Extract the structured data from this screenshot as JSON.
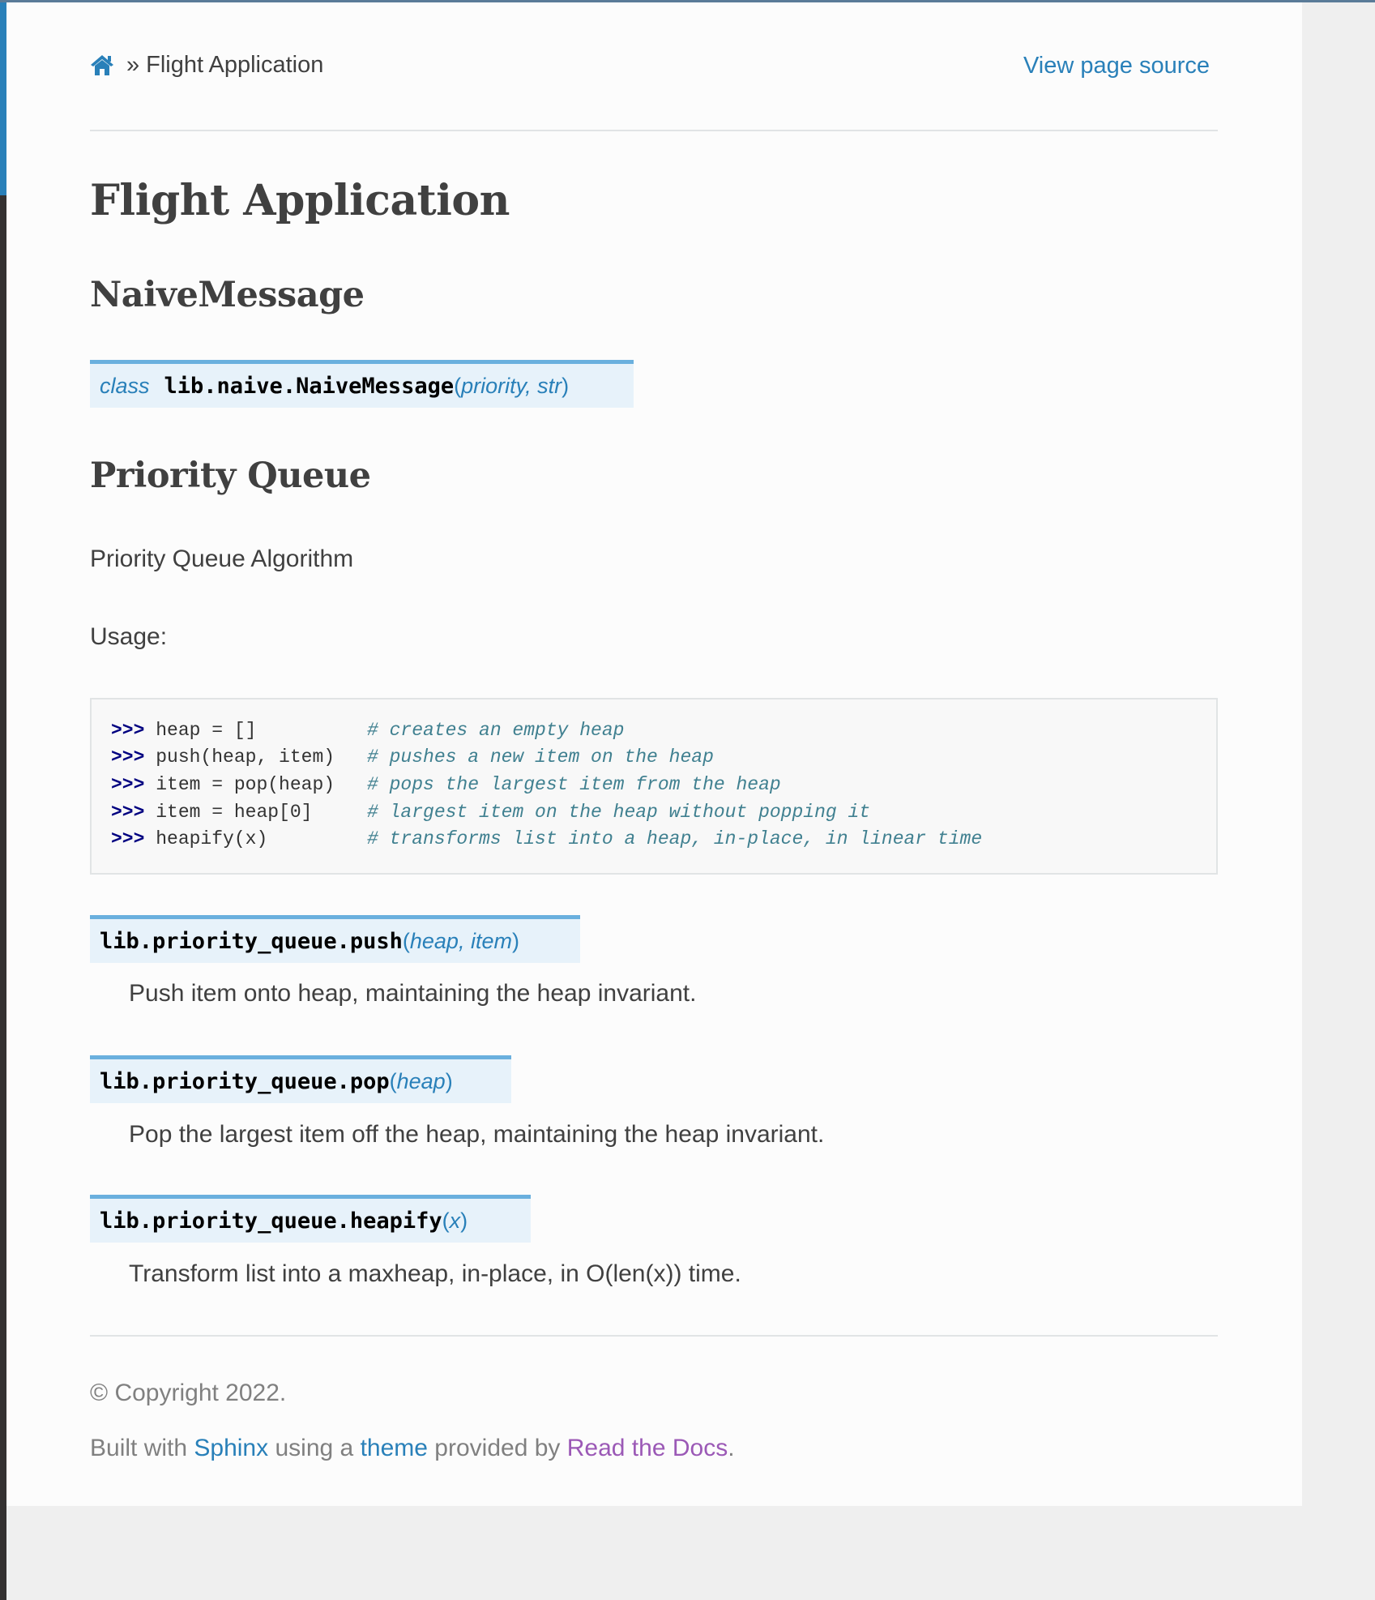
{
  "breadcrumb": {
    "home_icon": "home-icon",
    "separator": "»",
    "current": "Flight Application",
    "view_source": "View page source"
  },
  "page": {
    "title": "Flight Application",
    "sections": [
      {
        "heading": "NaiveMessage",
        "signature": {
          "keyword": "class",
          "name": "lib.naive.NaiveMessage",
          "open": "(",
          "params": "priority, str",
          "close": ")"
        }
      },
      {
        "heading": "Priority Queue",
        "intro": "Priority Queue Algorithm",
        "usage_label": "Usage:",
        "code_lines": [
          {
            "prompt": ">>>",
            "code": " heap = []",
            "comment": "# creates an empty heap"
          },
          {
            "prompt": ">>>",
            "code": " push(heap, item)",
            "comment": "# pushes a new item on the heap"
          },
          {
            "prompt": ">>>",
            "code": " item = pop(heap)",
            "comment": "# pops the largest item from the heap"
          },
          {
            "prompt": ">>>",
            "code": " item = heap[0]",
            "comment": "# largest item on the heap without popping it"
          },
          {
            "prompt": ">>>",
            "code": " heapify(x)",
            "comment": "# transforms list into a heap, in-place, in linear time"
          }
        ],
        "functions": [
          {
            "name": "lib.priority_queue.push",
            "open": "(",
            "params": "heap, item",
            "close": ")",
            "description": "Push item onto heap, maintaining the heap invariant."
          },
          {
            "name": "lib.priority_queue.pop",
            "open": "(",
            "params": "heap",
            "close": ")",
            "description": "Pop the largest item off the heap, maintaining the heap invariant."
          },
          {
            "name": "lib.priority_queue.heapify",
            "open": "(",
            "params": "x",
            "close": ")",
            "description": "Transform list into a maxheap, in-place, in O(len(x)) time."
          }
        ]
      }
    ]
  },
  "footer": {
    "copyright": "© Copyright 2022.",
    "built_with": "Built with",
    "sphinx": "Sphinx",
    "using_a": "using a",
    "theme": "theme",
    "provided_by": "provided by",
    "rtd": "Read the Docs",
    "period": "."
  },
  "colors": {
    "link": "#2980b9",
    "visited_link": "#9b59b6",
    "signature_bg": "#e7f2fa",
    "signature_border": "#6ab0de",
    "text": "#404040",
    "sidebar_accent": "#2980b9",
    "sidebar_dark": "#343131"
  }
}
